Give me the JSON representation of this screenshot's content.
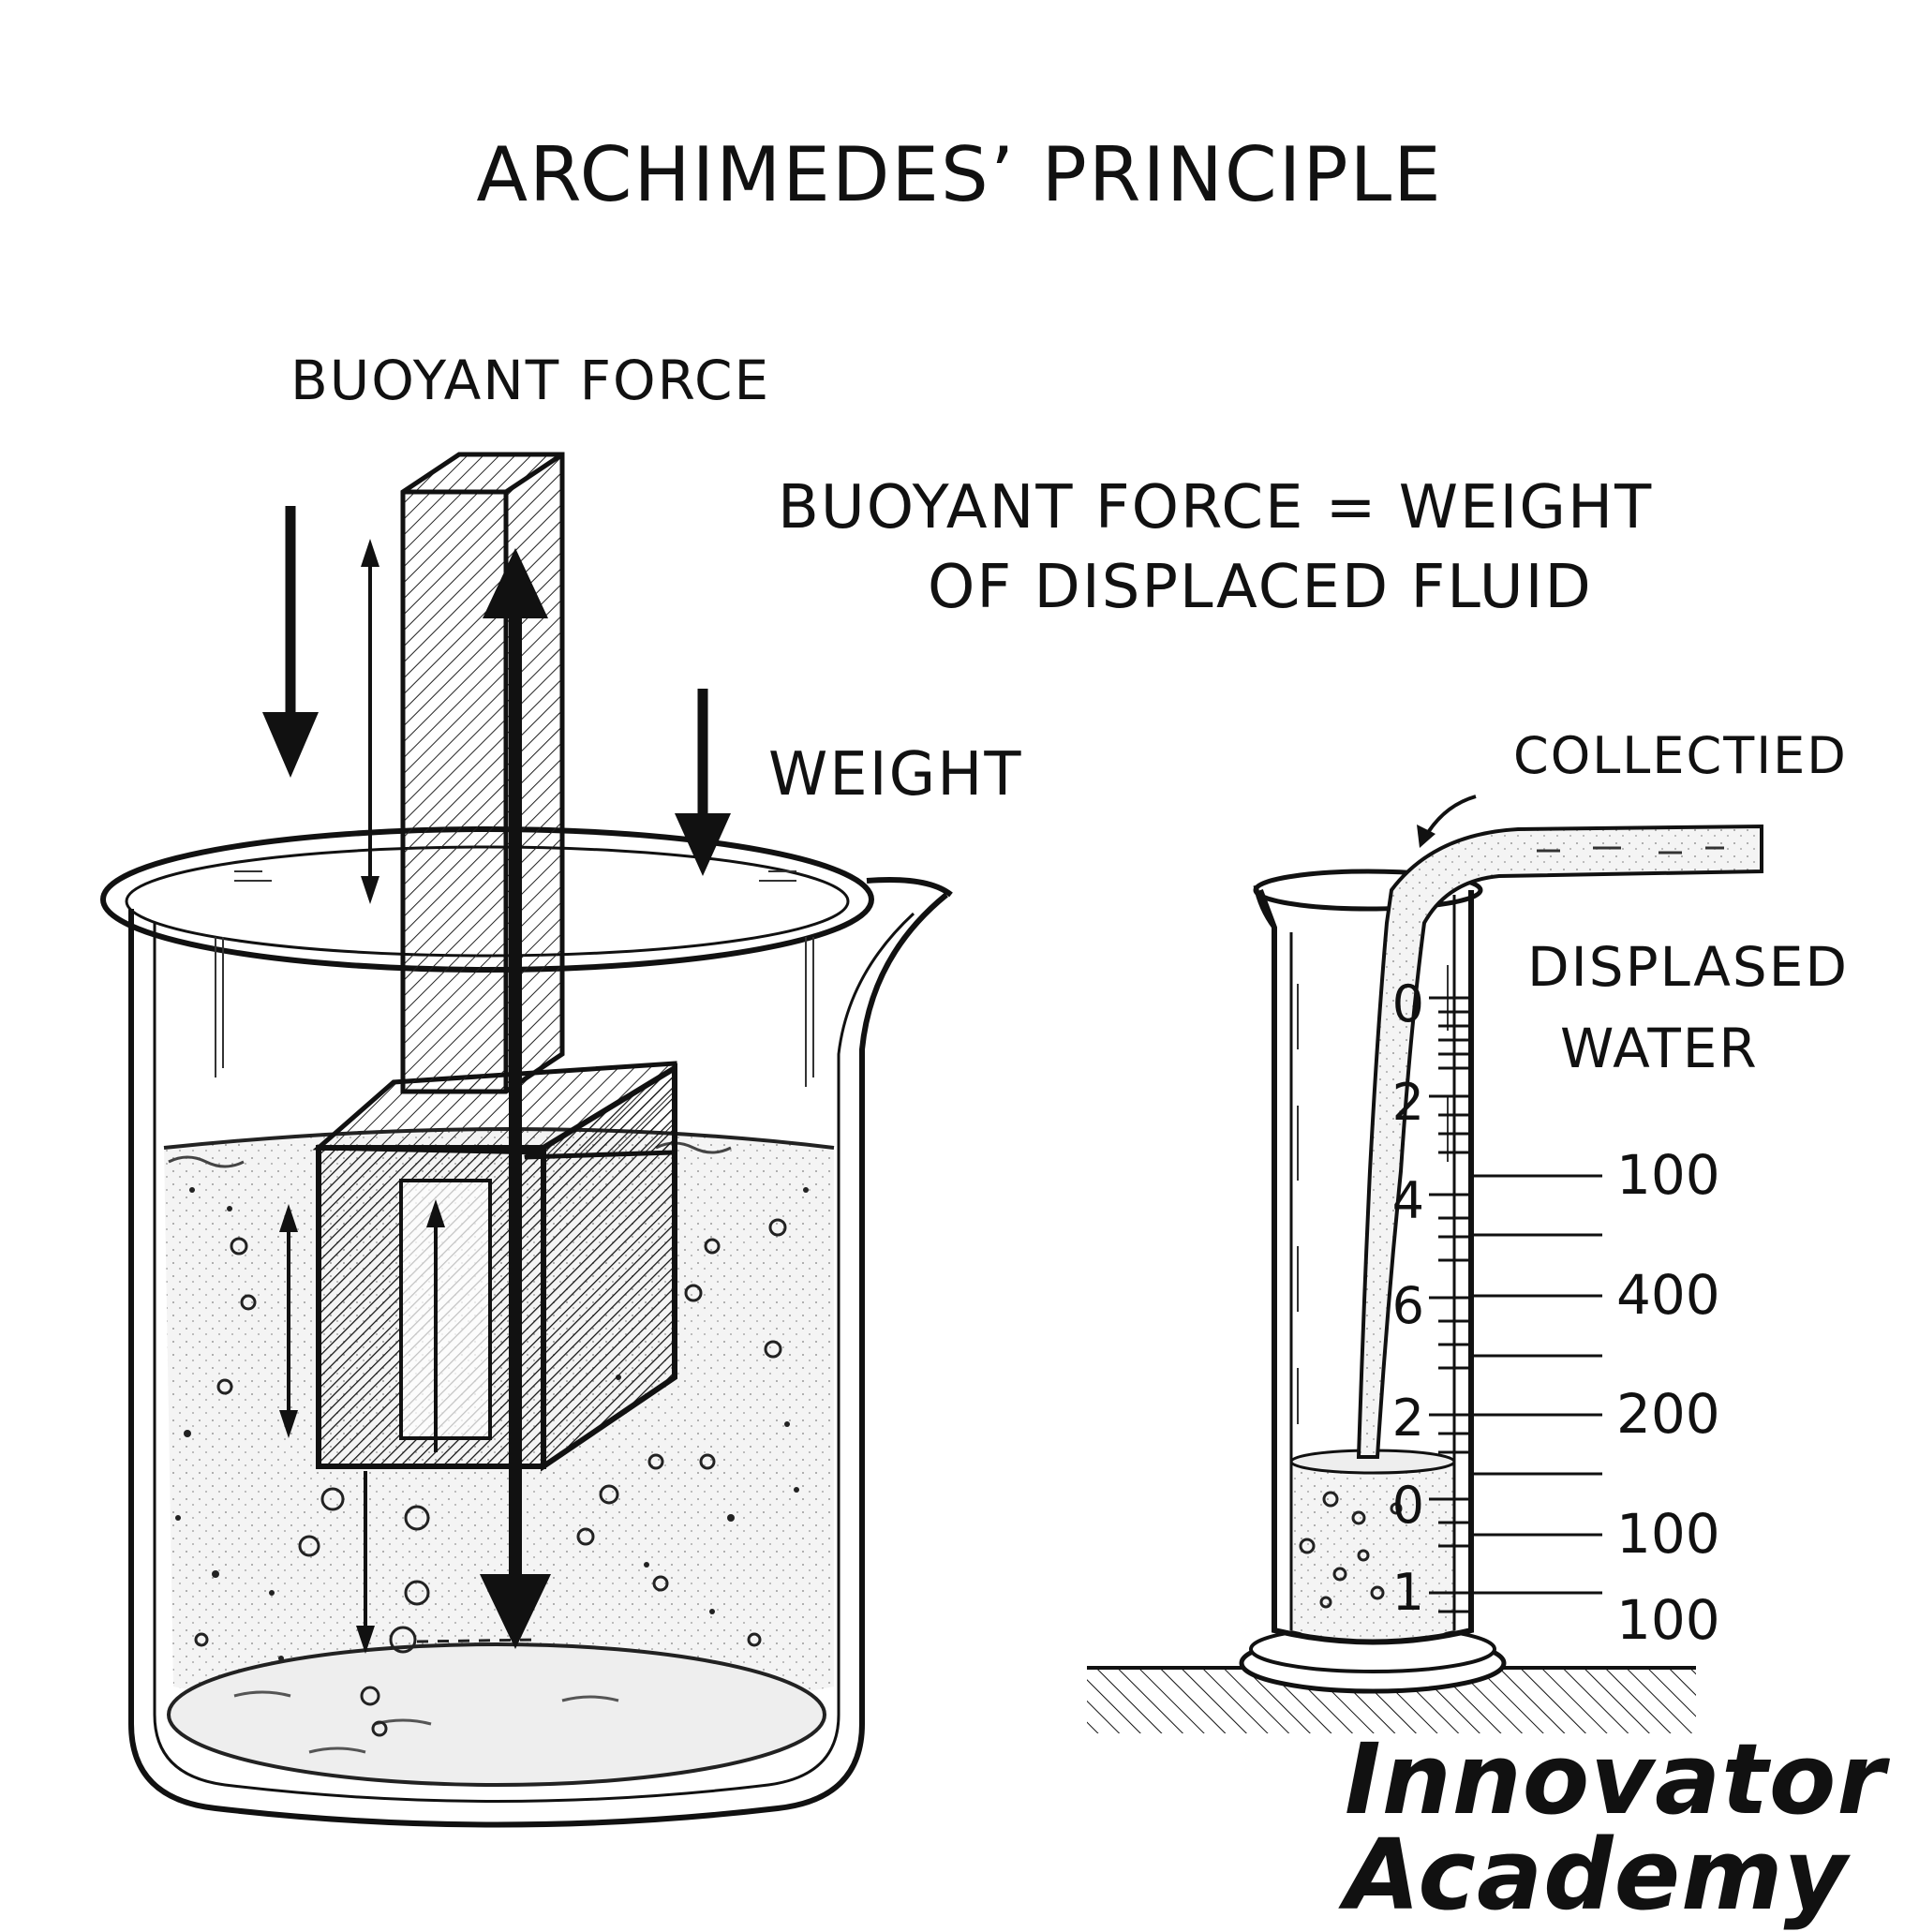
{
  "title": "ARCHIMEDES’ PRINCIPLE",
  "labels": {
    "buoyant_force": "BUOYANT FORCE",
    "equation_line1": "BUOYANT FORCE = WEIGHT",
    "equation_line2": "OF DISPLACED FLUID",
    "weight": "WEIGHT",
    "collected": "COLLECTIED",
    "displaced_line1": "DISPLASED",
    "displaced_line2": "WATER"
  },
  "cylinder_scale_left": [
    "0",
    "2",
    "4",
    "6",
    "2",
    "0",
    "1"
  ],
  "cylinder_scale_right": [
    "100",
    "400",
    "200",
    "100",
    "100"
  ],
  "brand": {
    "line1": "Innovator",
    "line2": "Academy"
  }
}
